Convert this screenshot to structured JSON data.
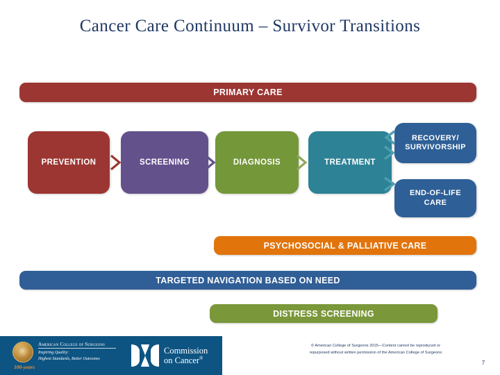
{
  "slide": {
    "title": "Cancer Care Continuum – Survivor Transitions",
    "page_number": "7",
    "background_color": "#FFFFFF"
  },
  "bands": [
    {
      "id": "primary-care",
      "label": "PRIMARY CARE",
      "color": "#9C3632"
    },
    {
      "id": "psychosocial",
      "label": "PSYCHOSOCIAL & PALLIATIVE CARE",
      "color": "#E2740C"
    },
    {
      "id": "navigation",
      "label": "TARGETED NAVIGATION BASED ON NEED",
      "color": "#305E96"
    },
    {
      "id": "distress",
      "label": "DISTRESS SCREENING",
      "color": "#7A9739"
    }
  ],
  "continuum": {
    "stages": [
      {
        "id": "prevention",
        "label": "PREVENTION",
        "color": "#9C3632"
      },
      {
        "id": "screening",
        "label": "SCREENING",
        "color": "#63518C"
      },
      {
        "id": "diagnosis",
        "label": "DIAGNOSIS",
        "color": "#74973A"
      },
      {
        "id": "treatment",
        "label": "TREATMENT",
        "color": "#2D8296"
      },
      {
        "id": "recovery",
        "label": "RECOVERY/ SURVIVORSHIP",
        "color": "#2E5F96"
      },
      {
        "id": "eol",
        "label": "END-OF-LIFE CARE",
        "color": "#2E5F96"
      }
    ],
    "connectors": [
      {
        "id": "prevention-to-screening",
        "direction": "right",
        "color": "#9C3632"
      },
      {
        "id": "screening-to-diagnosis",
        "direction": "right",
        "color": "#63518C"
      },
      {
        "id": "diagnosis-to-treatment",
        "direction": "right",
        "color": "#74973A"
      },
      {
        "id": "treatment-to-recovery",
        "direction": "right",
        "color": "#4E9EB0"
      },
      {
        "id": "recovery-to-treatment",
        "direction": "left",
        "color": "#4E9EB0"
      },
      {
        "id": "treatment-to-eol",
        "direction": "right",
        "color": "#4E9EB0"
      }
    ]
  },
  "footer": {
    "background_color": "#0E5482",
    "acs_logo": {
      "name": "American College of Surgeons",
      "tagline_line1": "Inspiring Quality:",
      "tagline_line2": "Highest Standards, Better Outcomes",
      "years_badge": "100-years"
    },
    "coc_logo": {
      "line1": "Commission",
      "line2": "on Cancer",
      "registered_mark": "®"
    },
    "copyright_line1": "© American College of Surgeons 2015—Content cannot be reproduced or",
    "copyright_line2": "repurposed without written permission of the American College of Surgeons"
  }
}
